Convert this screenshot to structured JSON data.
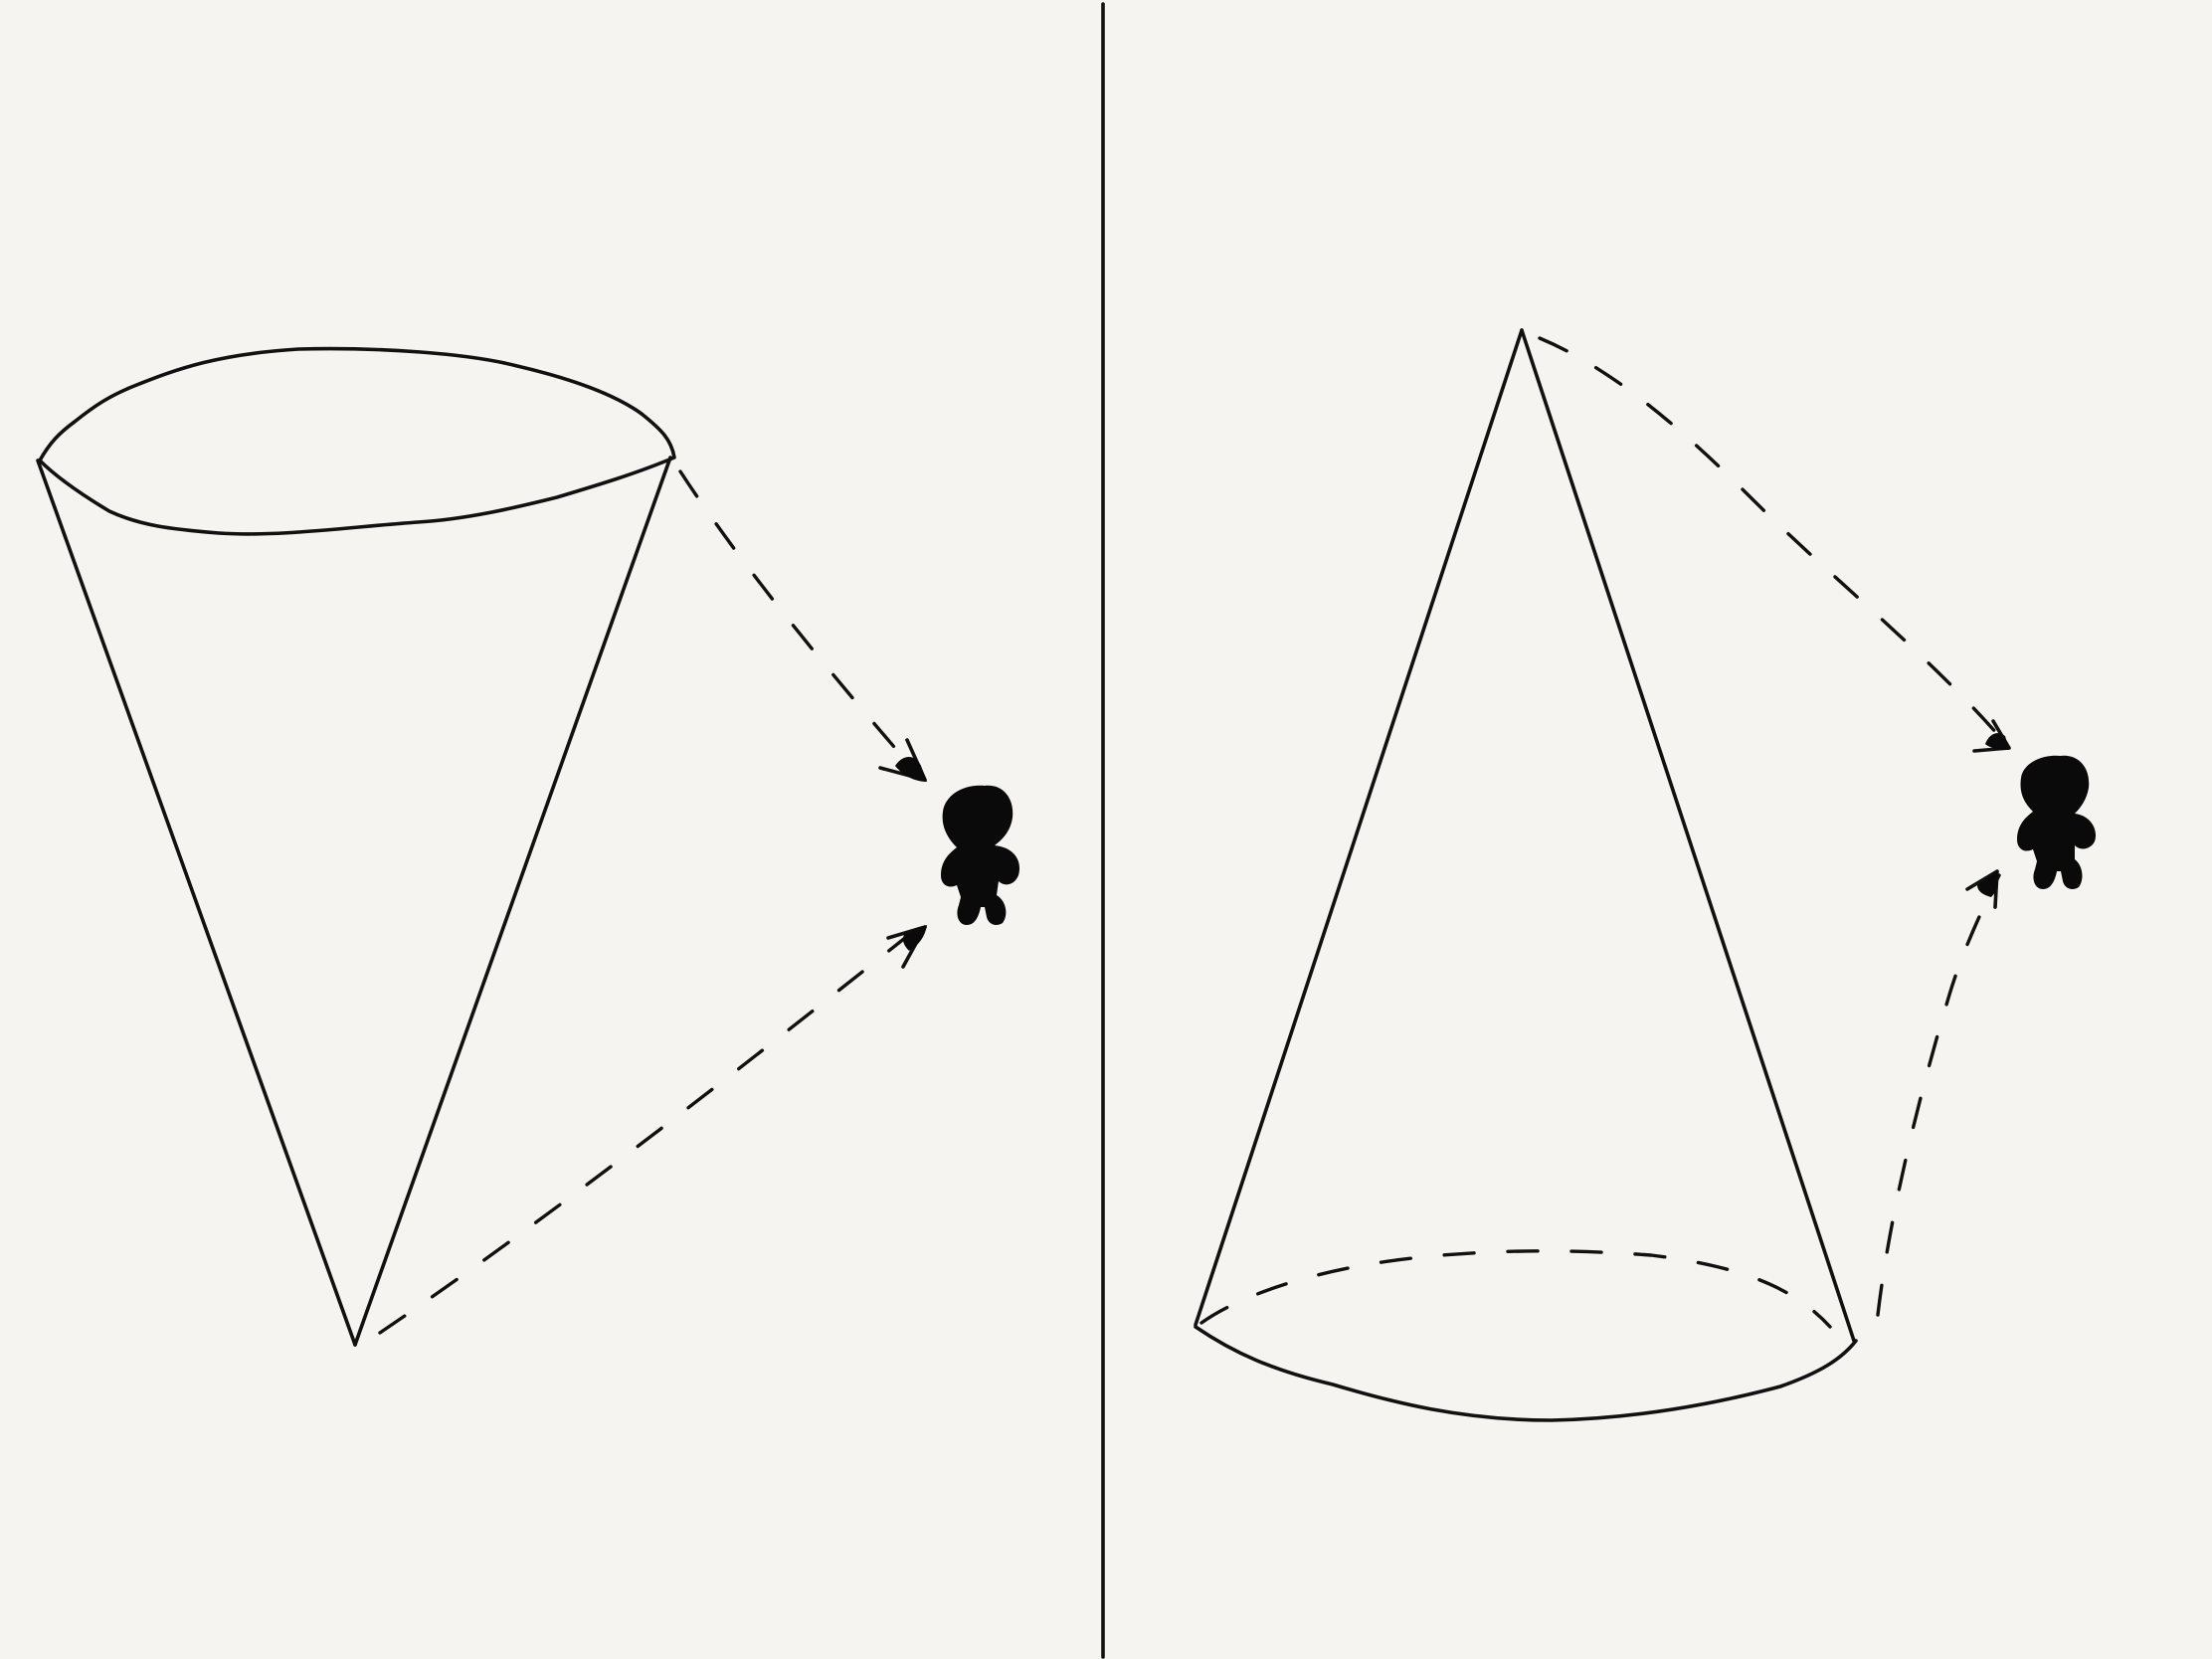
{
  "canvas": {
    "background": "#f5f4f0",
    "ink_color": "#111111"
  },
  "panels": [
    {
      "id": "left",
      "shape": "inverted-cone",
      "figure": "person-silhouette",
      "arrows": [
        "cone-rim-to-person",
        "cone-apex-to-person"
      ]
    },
    {
      "id": "right",
      "shape": "upright-cone",
      "figure": "person-silhouette",
      "arrows": [
        "cone-apex-to-person",
        "cone-base-to-person"
      ]
    }
  ],
  "divider": "vertical-line"
}
